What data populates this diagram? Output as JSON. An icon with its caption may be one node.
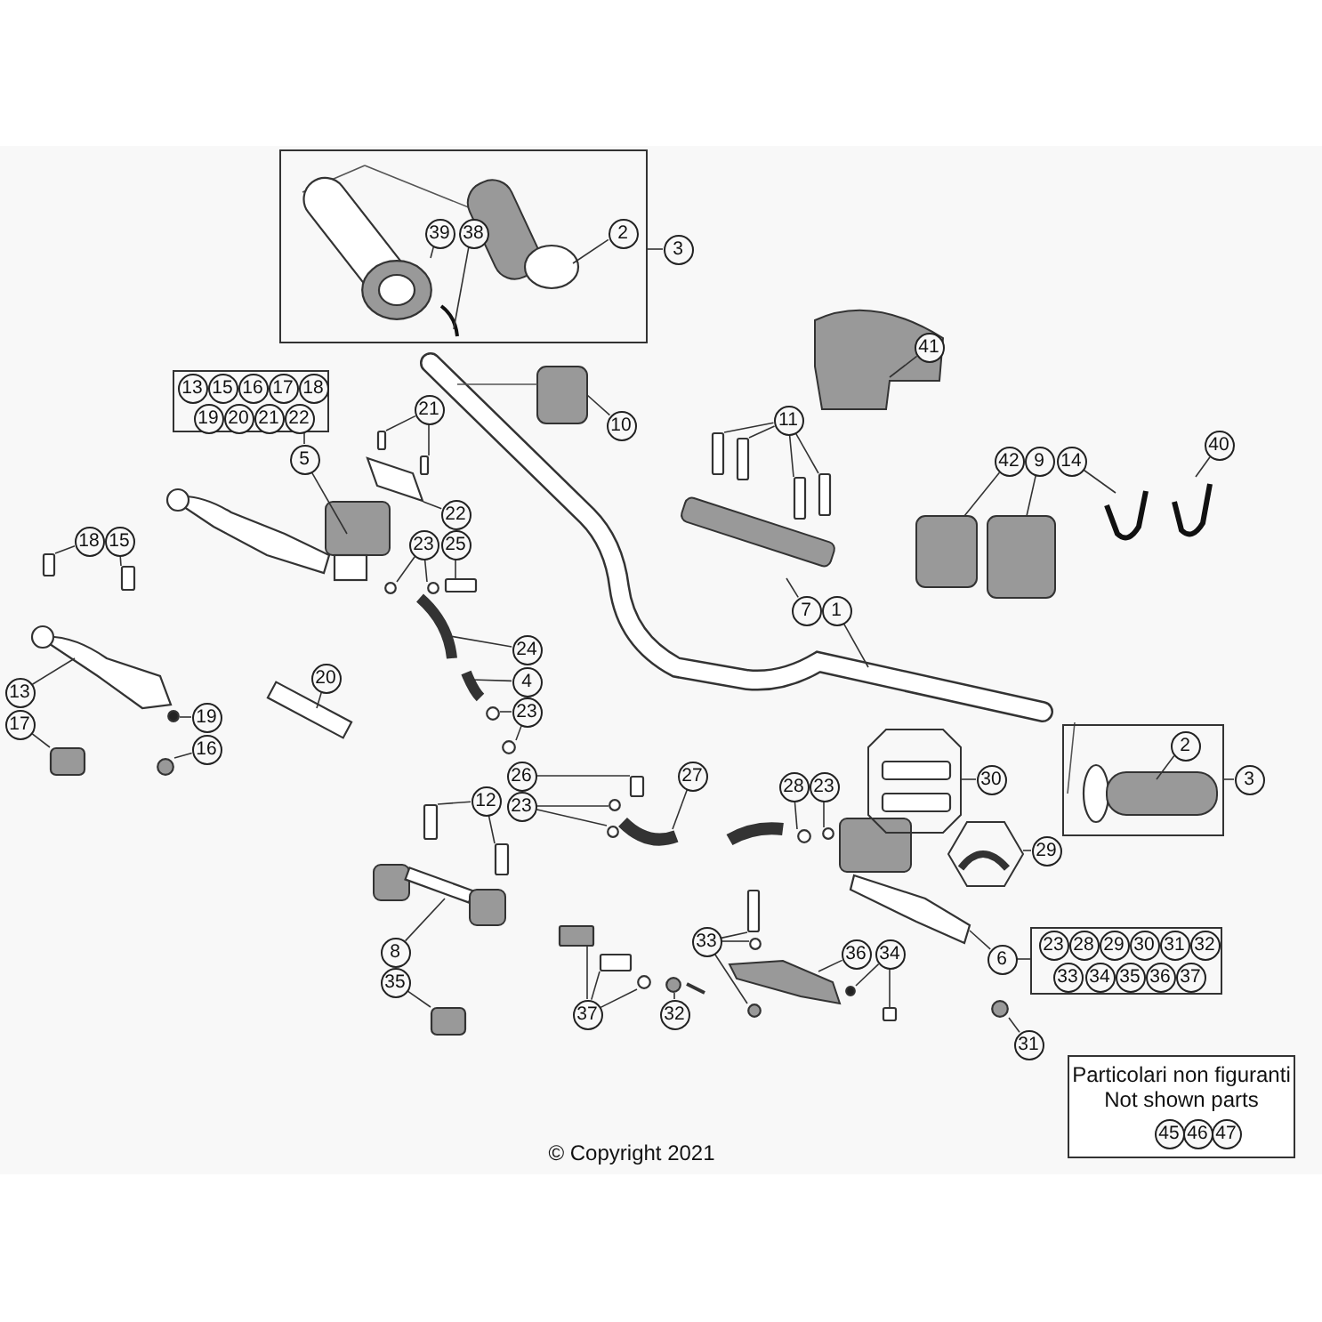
{
  "diagram": {
    "nodes": [
      {
        "text": [],
        "shape": "box"
      },
      {
        "text": [
          "39"
        ],
        "in": 0
      },
      {
        "text": [
          "38"
        ],
        "in": 0
      },
      {
        "text": [
          "2"
        ],
        "in": 0
      },
      {
        "text": [
          "3"
        ]
      },
      {
        "text": [
          "10"
        ]
      },
      {
        "text": [],
        "shape": "box"
      },
      {
        "text": [
          "13"
        ],
        "in": 6
      },
      {
        "text": [
          "15"
        ],
        "in": 6
      },
      {
        "text": [
          "16"
        ],
        "in": 6
      },
      {
        "text": [
          "17"
        ],
        "in": 6
      },
      {
        "text": [
          "18"
        ],
        "in": 6
      },
      {
        "text": [
          "19"
        ],
        "in": 6
      },
      {
        "text": [
          "20"
        ],
        "in": 6
      },
      {
        "text": [
          "21"
        ],
        "in": 6
      },
      {
        "text": [
          "22"
        ],
        "in": 6
      },
      {
        "text": [
          "5"
        ]
      },
      {
        "text": [
          "21"
        ]
      },
      {
        "text": [
          "22"
        ]
      },
      {
        "text": [
          "23"
        ]
      },
      {
        "text": [
          "25"
        ]
      },
      {
        "text": [
          "18"
        ]
      },
      {
        "text": [
          "15"
        ]
      },
      {
        "text": [
          "24"
        ]
      },
      {
        "text": [
          "4"
        ]
      },
      {
        "text": [
          "23"
        ]
      },
      {
        "text": [
          "13"
        ]
      },
      {
        "text": [
          "20"
        ]
      },
      {
        "text": [
          "19"
        ]
      },
      {
        "text": [
          "17"
        ]
      },
      {
        "text": [
          "16"
        ]
      },
      {
        "text": [
          "41"
        ]
      },
      {
        "text": [
          "11"
        ]
      },
      {
        "text": [
          "42"
        ]
      },
      {
        "text": [
          "9"
        ]
      },
      {
        "text": [
          "14"
        ]
      },
      {
        "text": [
          "40"
        ]
      },
      {
        "text": [
          "7"
        ]
      },
      {
        "text": [
          "1"
        ]
      },
      {
        "text": [
          "26"
        ]
      },
      {
        "text": [
          "12"
        ]
      },
      {
        "text": [
          "23"
        ]
      },
      {
        "text": [
          "27"
        ]
      },
      {
        "text": [
          "28"
        ]
      },
      {
        "text": [
          "23"
        ]
      },
      {
        "text": [],
        "shape": "box"
      },
      {
        "text": [
          "30"
        ]
      },
      {
        "text": [],
        "shape": "box"
      },
      {
        "text": [
          "2"
        ],
        "in": 47
      },
      {
        "text": [
          "3"
        ]
      },
      {
        "text": [],
        "shape": "box"
      },
      {
        "text": [
          "29"
        ]
      },
      {
        "text": [
          "8"
        ]
      },
      {
        "text": [
          "33"
        ]
      },
      {
        "text": [
          "36"
        ]
      },
      {
        "text": [
          "34"
        ]
      },
      {
        "text": [
          "6"
        ]
      },
      {
        "text": [],
        "shape": "box"
      },
      {
        "text": [
          "23"
        ],
        "in": 57
      },
      {
        "text": [
          "28"
        ],
        "in": 57
      },
      {
        "text": [
          "29"
        ],
        "in": 57
      },
      {
        "text": [
          "30"
        ],
        "in": 57
      },
      {
        "text": [
          "31"
        ],
        "in": 57
      },
      {
        "text": [
          "32"
        ],
        "in": 57
      },
      {
        "text": [
          "33"
        ],
        "in": 57
      },
      {
        "text": [
          "34"
        ],
        "in": 57
      },
      {
        "text": [
          "35"
        ],
        "in": 57
      },
      {
        "text": [
          "36"
        ],
        "in": 57
      },
      {
        "text": [
          "37"
        ],
        "in": 57
      },
      {
        "text": [
          "35"
        ]
      },
      {
        "text": [
          "37"
        ]
      },
      {
        "text": [
          "32"
        ]
      },
      {
        "text": [
          "31"
        ]
      },
      {
        "text": [
          "Particolari non figuranti",
          "Not shown parts"
        ]
      },
      {
        "text": [
          "45"
        ],
        "in": 73
      },
      {
        "text": [
          "46"
        ],
        "in": 73
      },
      {
        "text": [
          "47"
        ],
        "in": 73
      },
      {
        "text": [],
        "shape": "circle",
        "in": 0
      },
      {
        "text": [],
        "shape": "box"
      },
      {
        "text": [],
        "shape": "box"
      },
      {
        "text": [],
        "shape": "circle"
      },
      {
        "text": [],
        "shape": "circle"
      },
      {
        "text": [],
        "shape": "box"
      },
      {
        "text": [],
        "shape": "box"
      },
      {
        "text": [],
        "shape": "box"
      },
      {
        "text": [],
        "shape": "circle"
      },
      {
        "text": [],
        "shape": "circle"
      },
      {
        "text": [],
        "shape": "circle"
      },
      {
        "text": [],
        "shape": "box"
      },
      {
        "text": [],
        "shape": "circle"
      },
      {
        "text": [],
        "shape": "box"
      },
      {
        "text": [],
        "shape": "box"
      },
      {
        "text": [],
        "shape": "box"
      },
      {
        "text": [],
        "shape": "box"
      },
      {
        "text": [],
        "shape": "box"
      },
      {
        "text": [],
        "shape": "box"
      },
      {
        "text": [],
        "shape": "box"
      },
      {
        "text": [],
        "shape": "circle"
      },
      {
        "text": [],
        "shape": "circle"
      },
      {
        "text": [],
        "shape": "circle"
      },
      {
        "text": [],
        "shape": "circle"
      },
      {
        "text": [],
        "shape": "box"
      },
      {
        "text": [],
        "shape": "circle"
      },
      {
        "text": [],
        "shape": "circle"
      },
      {
        "text": [],
        "shape": "circle"
      },
      {
        "text": [],
        "shape": "box"
      },
      {
        "text": [],
        "shape": "box"
      },
      {
        "text": [],
        "shape": "box"
      },
      {
        "text": [],
        "shape": "box"
      },
      {
        "text": [],
        "shape": "circle"
      },
      {
        "text": [],
        "shape": "circle"
      },
      {
        "text": [],
        "shape": "circle"
      },
      {
        "text": [],
        "shape": "box"
      }
    ],
    "edges": [
      {
        "from": 1,
        "to": 77,
        "arrow": "none"
      },
      {
        "from": 2,
        "to": null,
        "arrow": "none"
      },
      {
        "from": 3,
        "to": null,
        "arrow": "none"
      },
      {
        "from": 4,
        "to": 0,
        "arrow": "none"
      },
      {
        "from": 5,
        "to": null,
        "arrow": "none"
      },
      {
        "from": 16,
        "to": 6,
        "arrow": "none"
      },
      {
        "from": 16,
        "to": null,
        "arrow": "none"
      },
      {
        "from": 17,
        "to": 78,
        "arrow": "none"
      },
      {
        "from": 17,
        "to": 79,
        "arrow": "none"
      },
      {
        "from": 18,
        "to": 112,
        "arrow": "none"
      },
      {
        "from": 19,
        "to": 80,
        "arrow": "none"
      },
      {
        "from": 19,
        "to": 81,
        "arrow": "none"
      },
      {
        "from": 20,
        "to": 82,
        "arrow": "none"
      },
      {
        "from": 21,
        "to": 83,
        "arrow": "none"
      },
      {
        "from": 22,
        "to": 84,
        "arrow": "none"
      },
      {
        "from": 23,
        "to": null,
        "arrow": "none"
      },
      {
        "from": 24,
        "to": null,
        "arrow": "none"
      },
      {
        "from": 25,
        "to": 85,
        "arrow": "none"
      },
      {
        "from": 25,
        "to": 86,
        "arrow": "none"
      },
      {
        "from": 26,
        "to": null,
        "arrow": "none"
      },
      {
        "from": 27,
        "to": null,
        "arrow": "none"
      },
      {
        "from": 28,
        "to": 87,
        "arrow": "none"
      },
      {
        "from": 29,
        "to": 88,
        "arrow": "none"
      },
      {
        "from": 30,
        "to": 89,
        "arrow": "none"
      },
      {
        "from": 31,
        "to": null,
        "arrow": "none"
      },
      {
        "from": 32,
        "to": 90,
        "arrow": "none"
      },
      {
        "from": 32,
        "to": 91,
        "arrow": "none"
      },
      {
        "from": 32,
        "to": 92,
        "arrow": "none"
      },
      {
        "from": 32,
        "to": 93,
        "arrow": "none"
      },
      {
        "from": 33,
        "to": null,
        "arrow": "none"
      },
      {
        "from": 34,
        "to": null,
        "arrow": "none"
      },
      {
        "from": 35,
        "to": null,
        "arrow": "none"
      },
      {
        "from": 36,
        "to": null,
        "arrow": "none"
      },
      {
        "from": 37,
        "to": null,
        "arrow": "none"
      },
      {
        "from": 38,
        "to": null,
        "arrow": "none"
      },
      {
        "from": 39,
        "to": 94,
        "arrow": "none"
      },
      {
        "from": 40,
        "to": 95,
        "arrow": "none"
      },
      {
        "from": 40,
        "to": 96,
        "arrow": "none"
      },
      {
        "from": 41,
        "to": 97,
        "arrow": "none"
      },
      {
        "from": 41,
        "to": 98,
        "arrow": "none"
      },
      {
        "from": 42,
        "to": null,
        "arrow": "none"
      },
      {
        "from": 43,
        "to": 99,
        "arrow": "none"
      },
      {
        "from": 44,
        "to": 100,
        "arrow": "none"
      },
      {
        "from": 46,
        "to": 45,
        "arrow": "none"
      },
      {
        "from": 49,
        "to": 47,
        "arrow": "none"
      },
      {
        "from": 48,
        "to": null,
        "arrow": "none"
      },
      {
        "from": 51,
        "to": 50,
        "arrow": "none"
      },
      {
        "from": 52,
        "to": null,
        "arrow": "none"
      },
      {
        "from": 53,
        "to": 101,
        "arrow": "none"
      },
      {
        "from": 53,
        "to": 102,
        "arrow": "none"
      },
      {
        "from": 53,
        "to": 103,
        "arrow": "none"
      },
      {
        "from": 54,
        "to": null,
        "arrow": "none"
      },
      {
        "from": 55,
        "to": 104,
        "arrow": "none"
      },
      {
        "from": 55,
        "to": 105,
        "arrow": "none"
      },
      {
        "from": 56,
        "to": null,
        "arrow": "none"
      },
      {
        "from": 56,
        "to": 57,
        "arrow": "none"
      },
      {
        "from": 69,
        "to": 106,
        "arrow": "none"
      },
      {
        "from": 70,
        "to": 107,
        "arrow": "none"
      },
      {
        "from": 70,
        "to": 108,
        "arrow": "none"
      },
      {
        "from": 70,
        "to": 109,
        "arrow": "none"
      },
      {
        "from": 71,
        "to": 110,
        "arrow": "none"
      },
      {
        "from": 72,
        "to": 111,
        "arrow": "none"
      }
    ],
    "labels": [
      "© Copyright 2021"
    ]
  }
}
